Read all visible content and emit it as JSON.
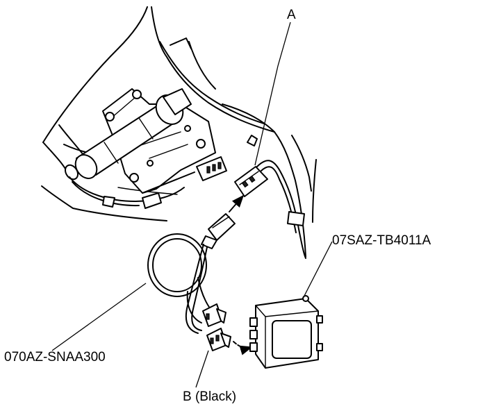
{
  "labels": {
    "connector_a": "A",
    "control_unit_part_no": "07SAZ-TB4011A",
    "harness_part_no": "070AZ-SNAA300",
    "connector_b": "B (Black)"
  }
}
